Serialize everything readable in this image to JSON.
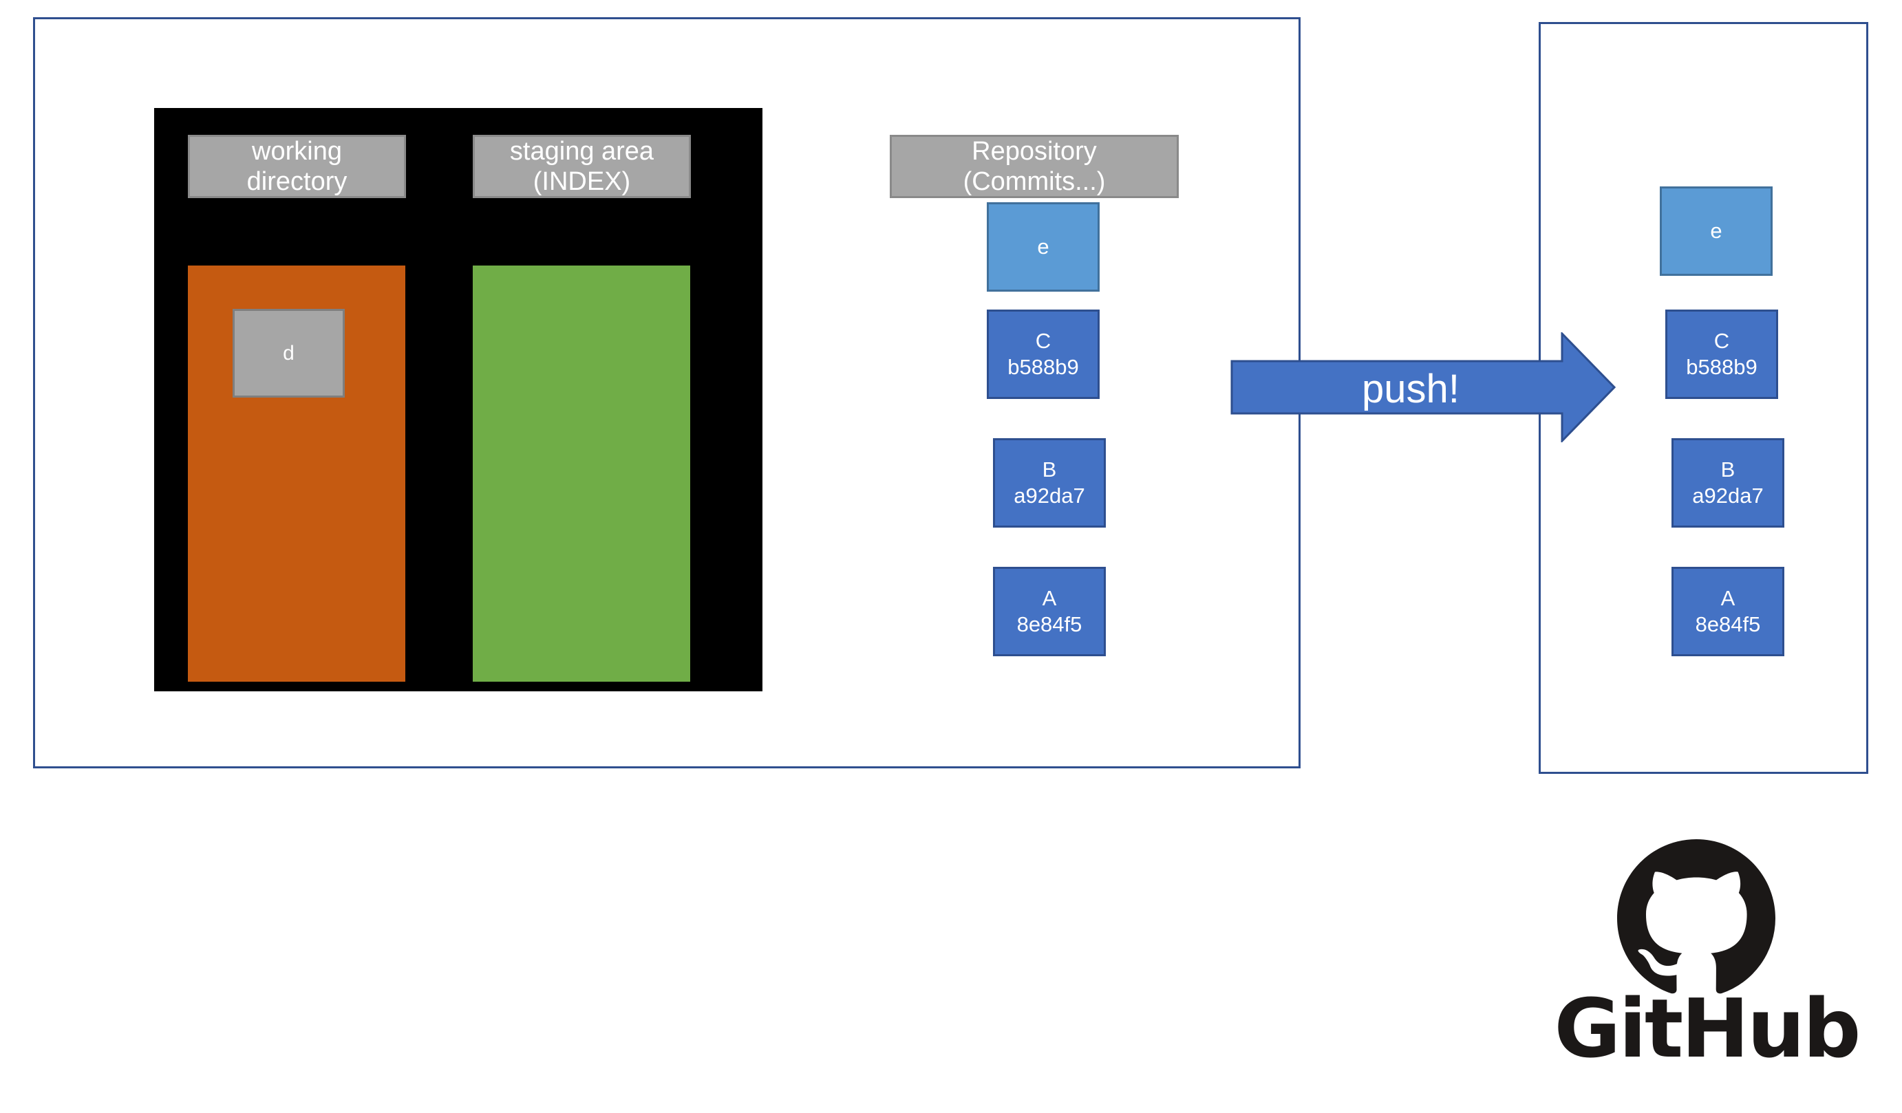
{
  "local": {
    "working_directory_label": "working\ndirectory",
    "staging_area_label": "staging area\n(INDEX)",
    "repository_label": "Repository\n(Commits...)",
    "working_files": [
      {
        "name": "d"
      }
    ],
    "commits": [
      {
        "name": "e",
        "hash": ""
      },
      {
        "name": "C",
        "hash": "b588b9"
      },
      {
        "name": "B",
        "hash": "a92da7"
      },
      {
        "name": "A",
        "hash": "8e84f5"
      }
    ]
  },
  "arrow": {
    "label": "push!"
  },
  "remote": {
    "commits": [
      {
        "name": "e",
        "hash": ""
      },
      {
        "name": "C",
        "hash": "b588b9"
      },
      {
        "name": "B",
        "hash": "a92da7"
      },
      {
        "name": "A",
        "hash": "8e84f5"
      }
    ],
    "logo_text": "GitHub"
  },
  "colors": {
    "working_directory": "#c55a11",
    "staging_area": "#70ad47",
    "commit": "#4472c4",
    "new_commit": "#5b9bd5",
    "frame_border": "#2f4f8f",
    "header": "#a6a6a6"
  },
  "icons": [
    "github-octocat-icon"
  ]
}
